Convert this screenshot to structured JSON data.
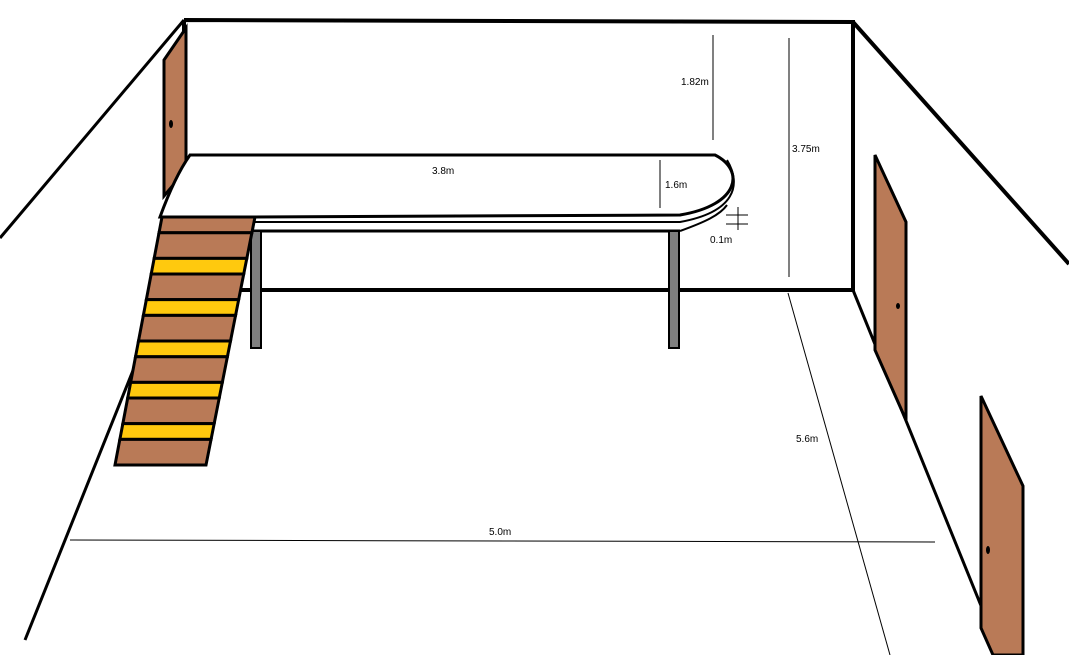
{
  "colors": {
    "background": "#ffffff",
    "lines": "#000000",
    "door": "#b97a57",
    "stair_riser": "#b97a57",
    "stair_tread": "#ffc90e",
    "table_leg": "#7f7f7f"
  },
  "dimensions": {
    "wall_gap_height": "1.82m",
    "room_height": "3.75m",
    "table_length": "3.8m",
    "table_depth": "1.6m",
    "table_thickness": "0.1m",
    "room_depth": "5.6m",
    "room_width": "5.0m"
  },
  "icons": {
    "door": "door-icon",
    "door_knob": "door-knob-icon",
    "staircase": "staircase-icon"
  },
  "stairs": {
    "step_count": 6
  }
}
